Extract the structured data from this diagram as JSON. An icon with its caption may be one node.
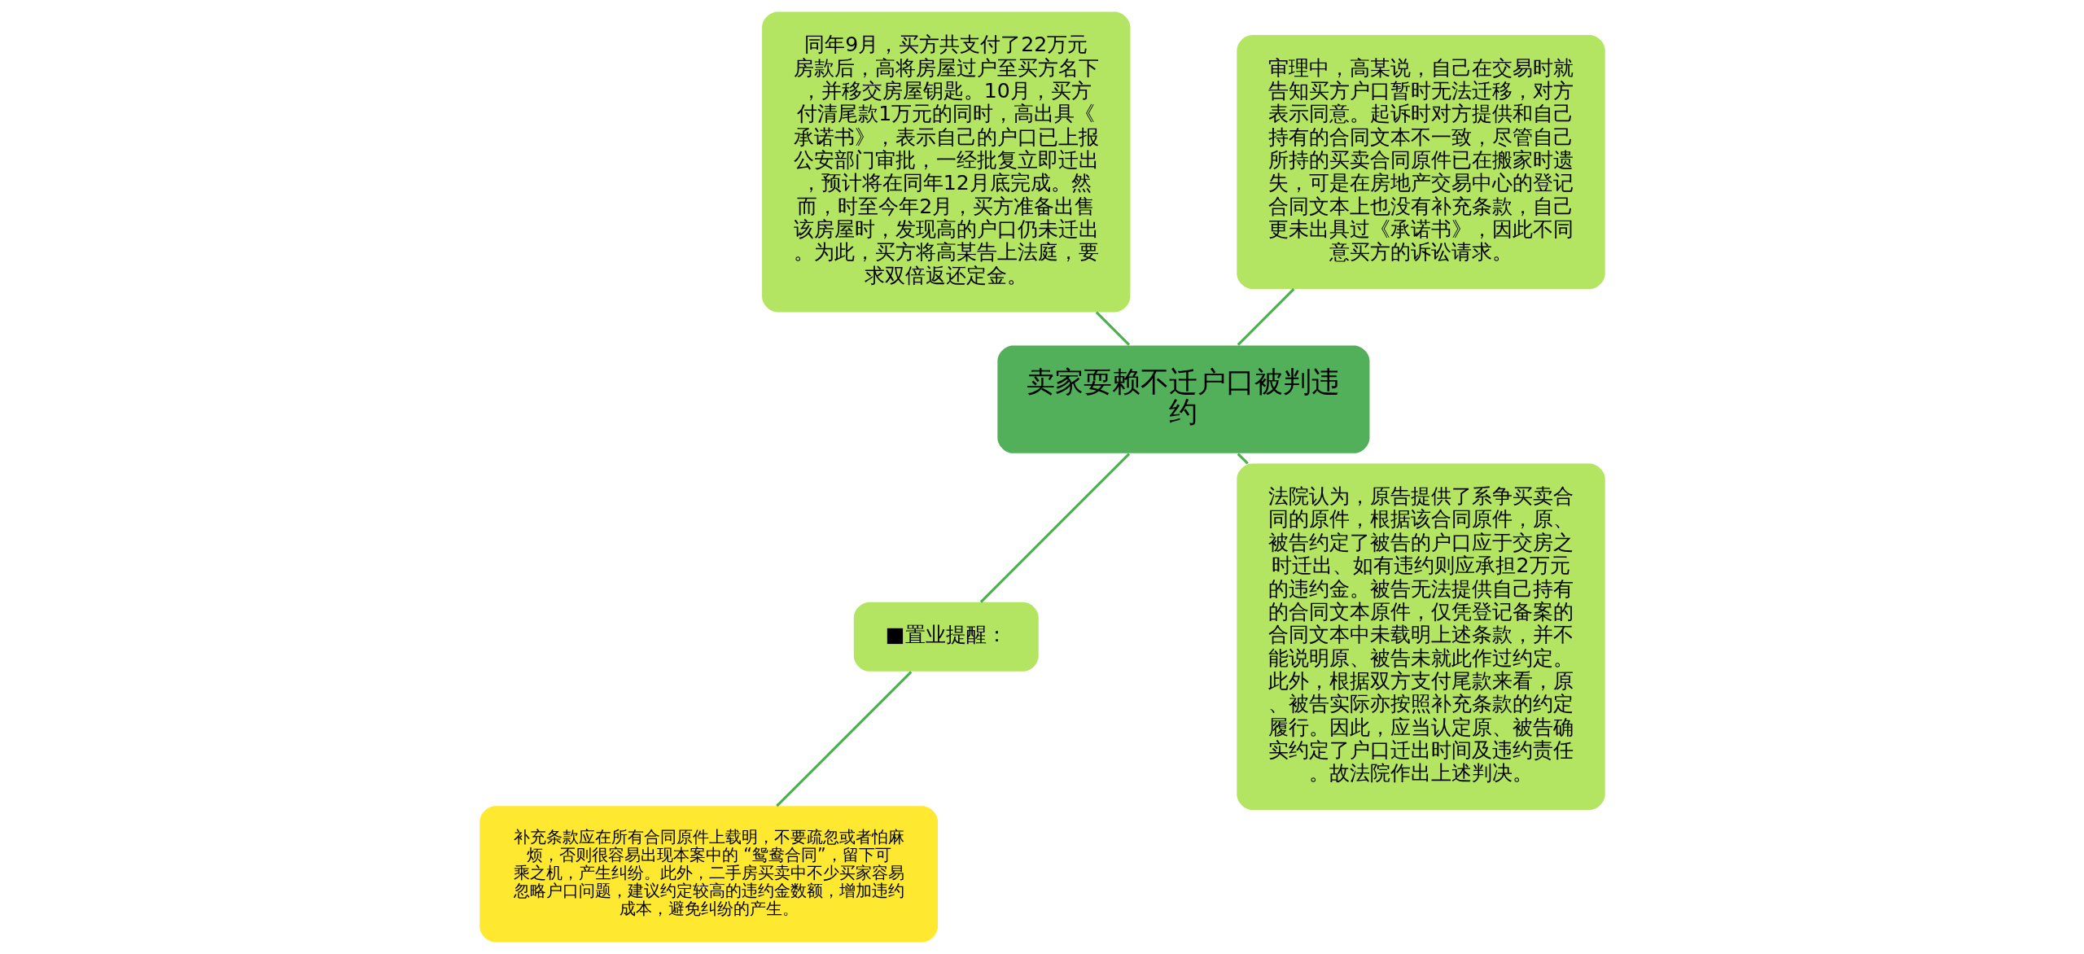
{
  "diagram": {
    "nodes": [
      {
        "text": [
          "卖家耍赖不迁户口被判违约"
        ]
      },
      {
        "text": [
          "审理中，高某说，自己在交易时就告知买方户口暂时无法迁移，对方表示同意。起诉时对方提供和自己持有的合同文本不一致，尽管自己所持的买卖合同原件已在搬家时遗失，可是在房地产交易中心的登记合同文本上也没有补充条款，自己更未出具过《承诺书》，因此不同意买方的诉讼请求。"
        ]
      },
      {
        "text": [
          "同年9月，买方共支付了22万元房款后，高将房屋过户至买方名下，并移交房屋钥匙。10月，买方付清尾款1万元的同时，高出具《承诺书》，表示自己的户口已上报公安部门审批，一经批复立即迁出，预计将在同年12月底完成。然而，时至今年2月，买方准备出售该房屋时，发现高的户口仍未迁出。为此，买方将高某告上法庭，要求双倍返还定金。"
        ]
      },
      {
        "text": [
          "■置业提醒："
        ]
      },
      {
        "text": [
          "法院认为，原告提供了系争买卖合同的原件，根据该合同原件，原、被告约定了被告的户口应于交房之时迁出、如有违约则应承担2万元的违约金。被告无法提供自己持有的合同文本原件，仅凭登记备案的合同文本中未载明上述条款，并不能说明原、被告未就此作过约定。此外，根据双方支付尾款来看，原、被告实际亦按照补充条款的约定履行。因此，应当认定原、被告确实约定了户口迁出时间及违约责任。故法院作出上述判决。"
        ]
      },
      {
        "text": [
          "补充条款应在所有合同原件上载明，不要疏忽或者怕麻烦，否则很容易出现本案中的 “鸳鸯合同”，留下可乘之机，产生纠纷。此外，二手房买卖中不少买家容易忽略户口问题，建议约定较高的违约金数额，增加违约成本，避免纠纷的产生。"
        ]
      }
    ],
    "edges": [
      {
        "from": 0,
        "to": 1,
        "arrow": "none"
      },
      {
        "from": 0,
        "to": 2,
        "arrow": "none"
      },
      {
        "from": 0,
        "to": 3,
        "arrow": "none"
      },
      {
        "from": 0,
        "to": 4,
        "arrow": "none"
      },
      {
        "from": 3,
        "to": 5,
        "arrow": "none"
      }
    ]
  }
}
